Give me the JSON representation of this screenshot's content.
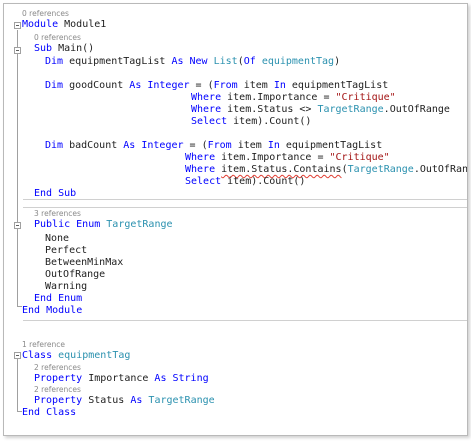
{
  "refs": {
    "module": "0 references",
    "main": "0 references",
    "enum": "3 references",
    "class": "1 reference",
    "importance": "2 references",
    "status": "2 references"
  },
  "code": {
    "kw_module": "Module",
    "module_name": " Module1",
    "kw_sub": "Sub",
    "main_sig": " Main()",
    "kw_dim": "Dim",
    "var_list": " equipmentTagList ",
    "kw_as": "As",
    "kw_new": "New",
    "type_list": "List",
    "kw_of": "Of",
    "type_tag": "equipmentTag",
    "paren_close": ")",
    "var_good": " goodCount ",
    "kw_integer": "Integer",
    "eq_paren": " = (",
    "kw_from": "From",
    "item_sp": " item ",
    "kw_in": "In",
    "list_ref": " equipmentTagList",
    "kw_where": "Where",
    "cond_importance": " item.Importance = ",
    "str_critique": "\"Critique\"",
    "cond_status": " item.Status <> ",
    "type_range": "TargetRange",
    "out_of_range": ".OutOfRange",
    "kw_select": "Select",
    "select_tail": " item).Count()",
    "var_bad": " badCount ",
    "item_status": "item.Status.Contains",
    "open_paren": "(",
    "out_of_range_close": ".OutOfRange)",
    "kw_end": "End",
    "kw_public": "Public",
    "kw_enum": "Enum",
    "enum_members": [
      "None",
      "Perfect",
      "BetweenMinMax",
      "OutOfRange",
      "Warning"
    ],
    "kw_class": "Class",
    "kw_property": "Property",
    "prop_importance": " Importance ",
    "prop_status": " Status ",
    "kw_string": "String"
  },
  "colors": {
    "keyword": "#0000ff",
    "type": "#2b91af",
    "string": "#a31515",
    "reference": "#8a8a8a",
    "squiggle": "#e03c31"
  }
}
